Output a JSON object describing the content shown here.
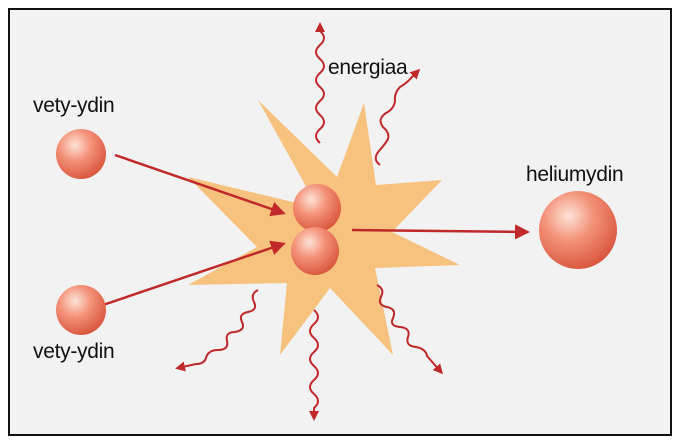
{
  "labels": {
    "hydrogen_top": "vety-ydin",
    "hydrogen_bottom": "vety-ydin",
    "helium": "heliumydin",
    "energy": "energiaa"
  },
  "colors": {
    "background": "#f2f2f2",
    "border": "#111111",
    "burst": "#f6c27e",
    "arrow": "#c0282a",
    "nucleus_light": "#fde3d8",
    "nucleus_mid": "#f4937a",
    "nucleus_dark": "#d9573e"
  },
  "icons": {
    "particle": "sphere",
    "energy": "wavy-arrow"
  }
}
